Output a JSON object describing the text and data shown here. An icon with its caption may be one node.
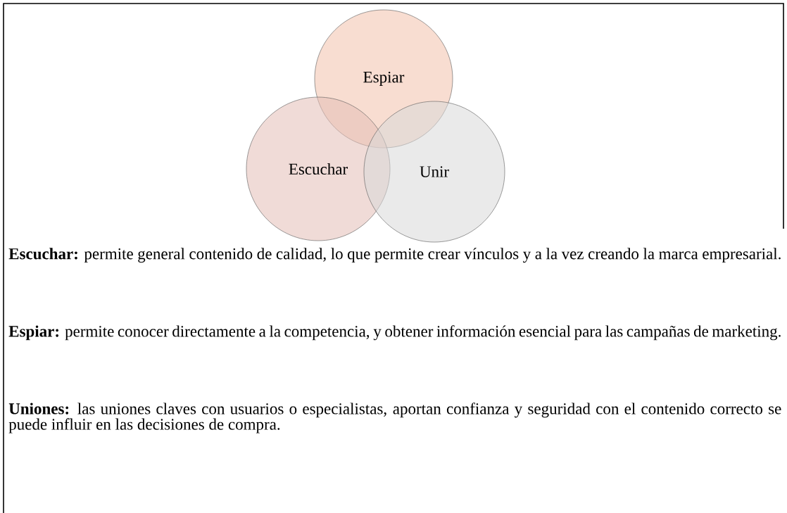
{
  "diagram": {
    "nodes": [
      {
        "text": [
          "Espiar"
        ]
      },
      {
        "text": [
          "Escuchar"
        ]
      },
      {
        "text": [
          "Unir"
        ]
      }
    ],
    "labels": [
      "**Escuchar:** permite general contenido de calidad, lo que permite crear vínculos y a la vez creando la marca empresarial.",
      "**Espiar:** permite conocer directamente a la competencia, y obtener información esencial para las campañas de marketing.",
      "**Uniones:** las uniones claves con usuarios o especialistas, aportan confianza y seguridad con el contenido correcto se puede influir en las decisiones de compra."
    ]
  }
}
